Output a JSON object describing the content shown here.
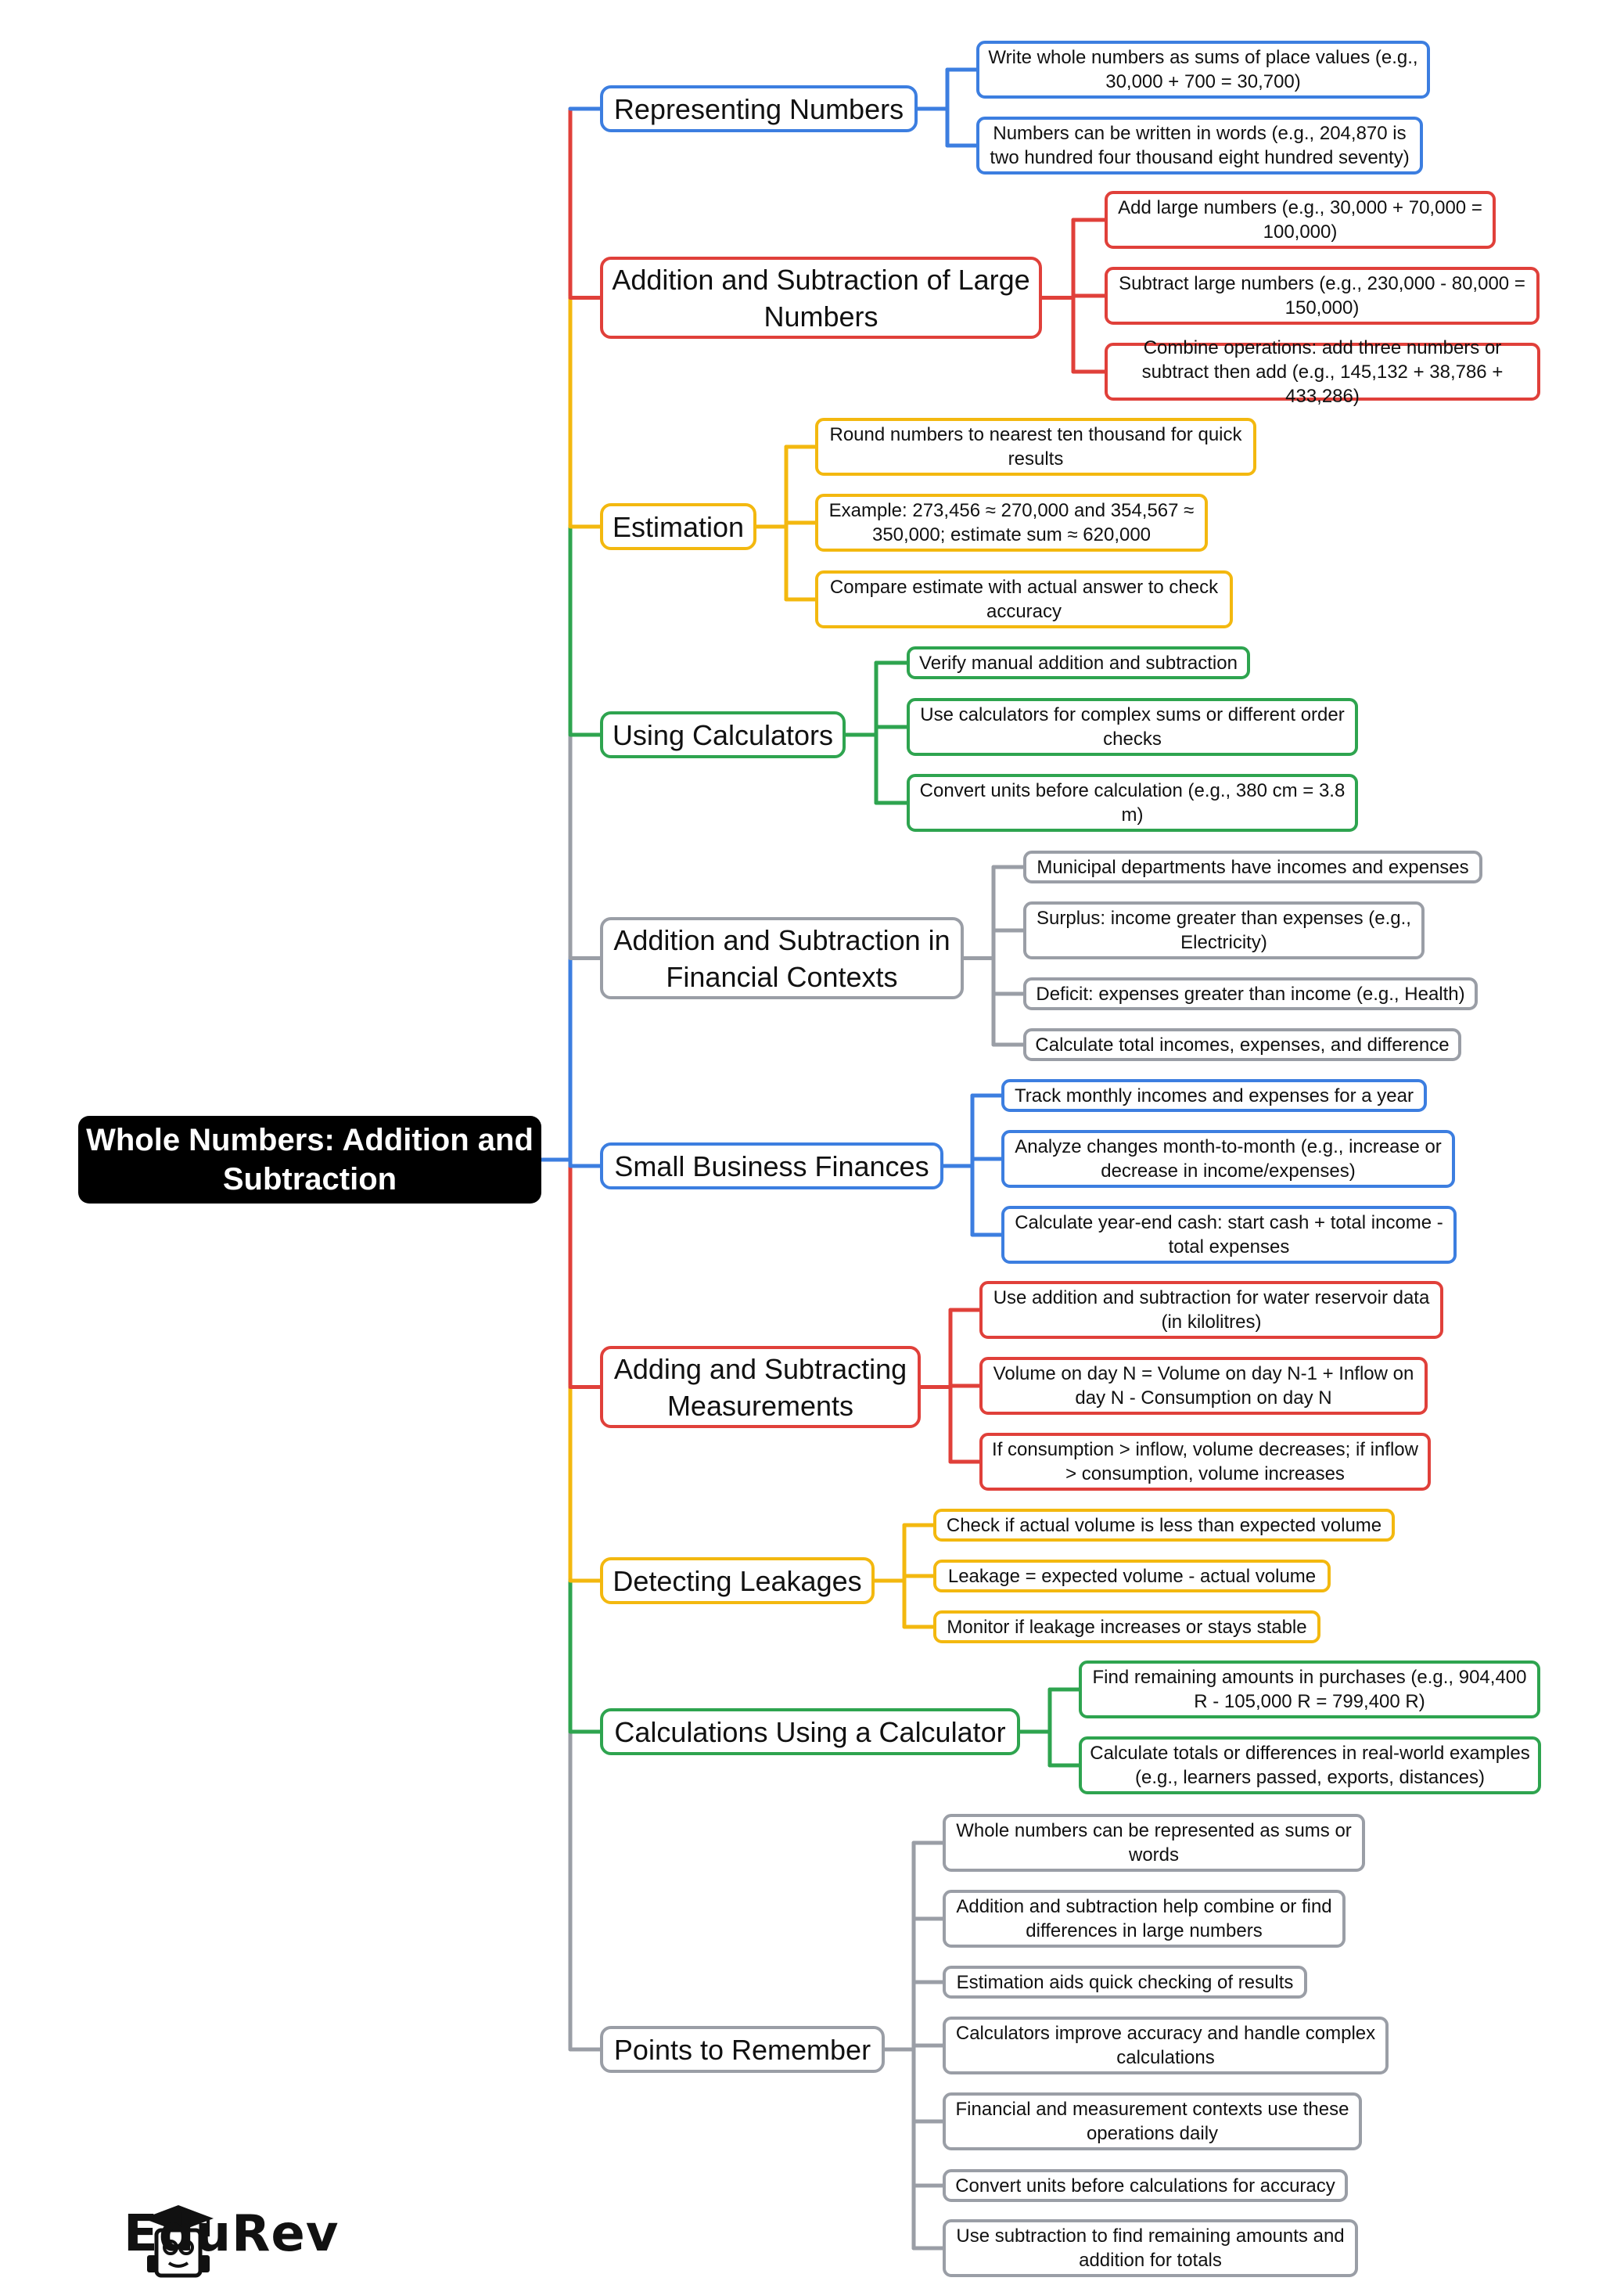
{
  "colors": {
    "blue": "#3c7ee0",
    "red": "#e0403a",
    "yellow": "#f3b80f",
    "green": "#2ea44f",
    "gray": "#9a9ea6"
  },
  "root": {
    "label": "Whole Numbers: Addition and Subtraction"
  },
  "branches": [
    {
      "label": "Representing Numbers",
      "color": "blue",
      "children": [
        "Write whole numbers as sums of place values (e.g., 30,000 + 700 = 30,700)",
        "Numbers can be written in words (e.g., 204,870 is two hundred four thousand eight hundred seventy)"
      ]
    },
    {
      "label": "Addition and Subtraction of Large Numbers",
      "color": "red",
      "children": [
        "Add large numbers (e.g., 30,000 + 70,000 = 100,000)",
        "Subtract large numbers (e.g., 230,000 - 80,000 = 150,000)",
        "Combine operations: add three numbers or subtract then add (e.g., 145,132 + 38,786 + 433,286)"
      ]
    },
    {
      "label": "Estimation",
      "color": "yellow",
      "children": [
        "Round numbers to nearest ten thousand for quick results",
        "Example: 273,456 ≈ 270,000 and 354,567 ≈ 350,000; estimate sum ≈ 620,000",
        "Compare estimate with actual answer to check accuracy"
      ]
    },
    {
      "label": "Using Calculators",
      "color": "green",
      "children": [
        "Verify manual addition and subtraction",
        "Use calculators for complex sums or different order checks",
        "Convert units before calculation (e.g., 380 cm = 3.8 m)"
      ]
    },
    {
      "label": "Addition and Subtraction in Financial Contexts",
      "color": "gray",
      "children": [
        "Municipal departments have incomes and expenses",
        "Surplus: income greater than expenses (e.g., Electricity)",
        "Deficit: expenses greater than income (e.g., Health)",
        "Calculate total incomes, expenses, and difference"
      ]
    },
    {
      "label": "Small Business Finances",
      "color": "blue",
      "children": [
        "Track monthly incomes and expenses for a year",
        "Analyze changes month-to-month (e.g., increase or decrease in income/expenses)",
        "Calculate year-end cash: start cash + total income - total expenses"
      ]
    },
    {
      "label": "Adding and Subtracting Measurements",
      "color": "red",
      "children": [
        "Use addition and subtraction for water reservoir data (in kilolitres)",
        "Volume on day N = Volume on day N-1 + Inflow on day N - Consumption on day N",
        "If consumption > inflow, volume decreases; if inflow > consumption, volume increases"
      ]
    },
    {
      "label": "Detecting Leakages",
      "color": "yellow",
      "children": [
        "Check if actual volume is less than expected volume",
        "Leakage = expected volume - actual volume",
        "Monitor if leakage increases or stays stable"
      ]
    },
    {
      "label": "Calculations Using a Calculator",
      "color": "green",
      "children": [
        "Find remaining amounts in purchases (e.g., 904,400 R - 105,000 R = 799,400 R)",
        "Calculate totals or differences in real-world examples (e.g., learners passed, exports, distances)"
      ]
    },
    {
      "label": "Points to Remember",
      "color": "gray",
      "children": [
        "Whole numbers can be represented as sums or words",
        "Addition and subtraction help combine or find differences in large numbers",
        "Estimation aids quick checking of results",
        "Calculators improve accuracy and handle complex calculations",
        "Financial and measurement contexts use these operations daily",
        "Convert units before calculations for accuracy",
        "Use subtraction to find remaining amounts and addition for totals"
      ]
    }
  ],
  "brand": {
    "name": "EduRev"
  }
}
